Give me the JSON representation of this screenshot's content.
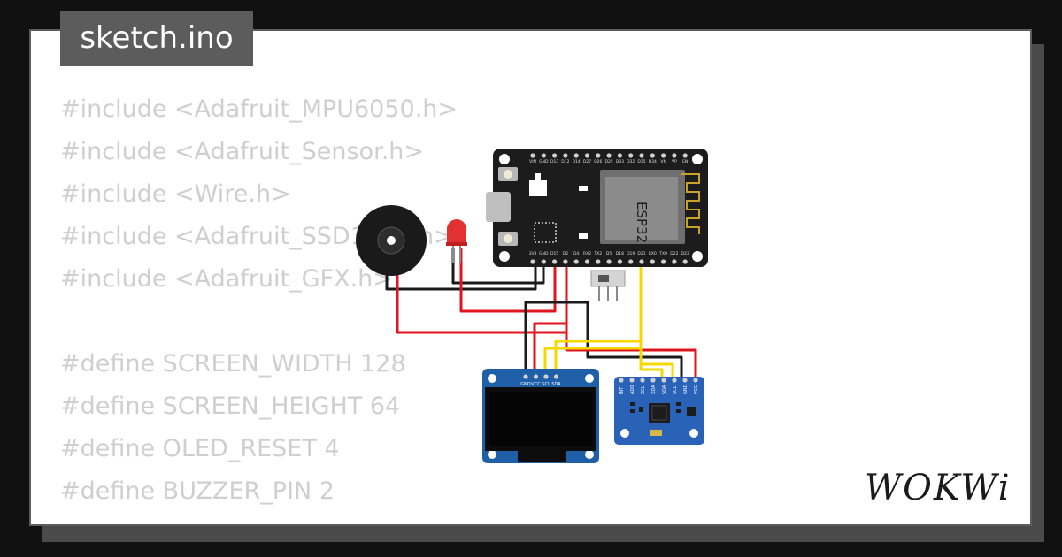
{
  "file_tab": {
    "label": "sketch.ino"
  },
  "code_lines": [
    "#include <Adafruit_MPU6050.h>",
    "#include <Adafruit_Sensor.h>",
    "#include <Wire.h>",
    "#include <Adafruit_SSD1306.h>",
    "#include <Adafruit_GFX.h>",
    "",
    "#define SCREEN_WIDTH 128",
    "#define SCREEN_HEIGHT 64",
    "#define OLED_RESET 4",
    "#define BUZZER_PIN 2"
  ],
  "esp32": {
    "chip_label": "ESP32",
    "top_pins": [
      "VIN",
      "GND",
      "D13",
      "D12",
      "D14",
      "D27",
      "D26",
      "D25",
      "D33",
      "D32",
      "D35",
      "D34",
      "VN",
      "VP",
      "EN"
    ],
    "bottom_pins": [
      "3V3",
      "GND",
      "D15",
      "D2",
      "D4",
      "RX2",
      "TX2",
      "D5",
      "D18",
      "D19",
      "D21",
      "RX0",
      "TX0",
      "D22",
      "D23"
    ]
  },
  "oled": {
    "pins": [
      "GND",
      "VCC",
      "SCL",
      "SDA"
    ]
  },
  "mpu6050": {
    "pins": [
      "INT",
      "AD0",
      "XCL",
      "XDA",
      "SDA",
      "SCL",
      "GND",
      "VCC"
    ]
  },
  "brand": {
    "logo_text": "WOKWi"
  },
  "colors": {
    "wire_red": "#e0141e",
    "wire_black": "#1a1a1a",
    "wire_yellow": "#f5d800",
    "esp_board": "#1c1c1c",
    "oled_board": "#1f5fa8",
    "mpu_board": "#2a62b8",
    "led": "#e33030"
  }
}
